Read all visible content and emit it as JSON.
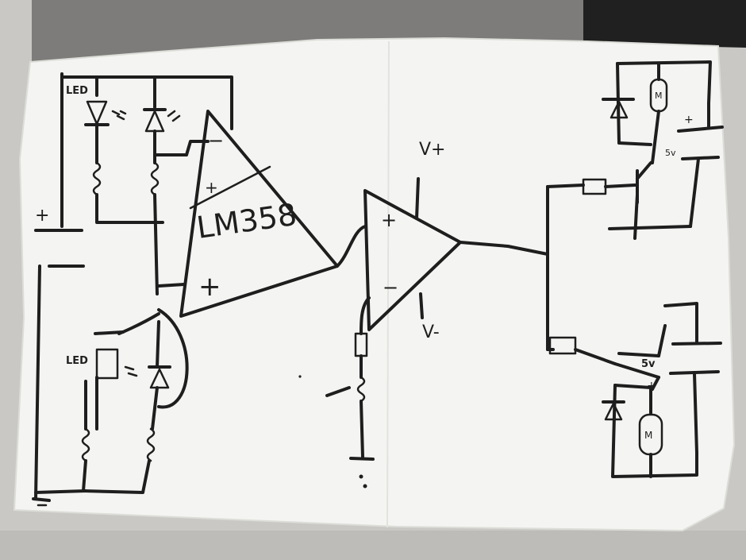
{
  "labels": {
    "led_top": "LED",
    "led_bottom": "LED",
    "chip": "LM358",
    "vplus": "V+",
    "vminus": "V-",
    "plus_sign": "+",
    "minus_sign": "−",
    "five_v_top": "5v",
    "five_v_bottom": "5v",
    "motor": "M"
  },
  "colors": {
    "paper": "#f4f4f2",
    "ink": "#1e1e1e",
    "desk": "#c9c8c4",
    "laptop": "#7d7c7a",
    "dark_corner": "#202020"
  }
}
